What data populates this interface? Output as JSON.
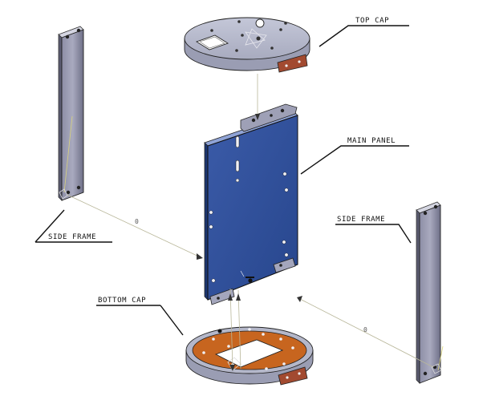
{
  "labels": {
    "top_cap": "TOP CAP",
    "main_panel": "MAIN PANEL",
    "side_frame_left": "SIDE FRAME",
    "side_frame_right": "SIDE FRAME",
    "bottom_cap": "BOTTOM CAP"
  },
  "constraints": {
    "left_offset": "0",
    "right_offset": "0"
  },
  "colors": {
    "panel_blue": "#2f4f96",
    "cap_grey": "#b3b6c8",
    "frame_grey": "#7b7c93",
    "copper": "#c7651f",
    "brown_tab": "#a24a30"
  }
}
